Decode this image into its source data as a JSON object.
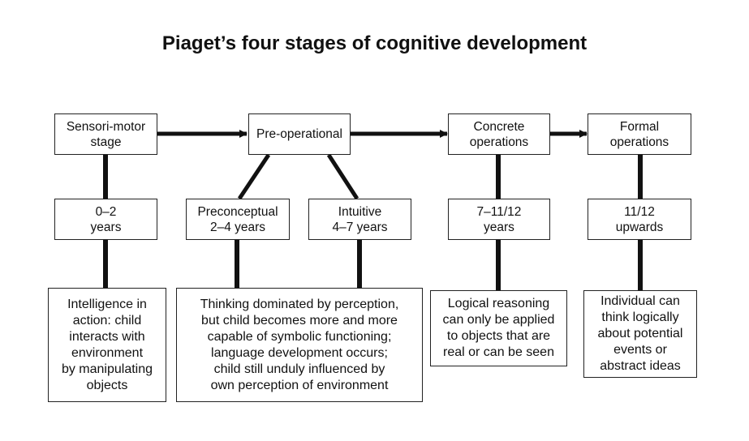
{
  "title": "Piaget’s four stages of cognitive development",
  "stages": [
    "Sensori-motor\nstage",
    "Pre-operational",
    "Concrete\noperations",
    "Formal\noperations"
  ],
  "ages": {
    "sensorimotor": "0–2\nyears",
    "preconceptual": "Preconceptual\n2–4 years",
    "intuitive": "Intuitive\n4–7 years",
    "concrete": "7–11/12\nyears",
    "formal": "11/12\nupwards"
  },
  "descriptions": {
    "sensorimotor": "Intelligence in\naction: child\ninteracts with\nenvironment\nby manipulating\nobjects",
    "preoperational": "Thinking dominated by perception,\nbut child becomes more and more\ncapable of symbolic functioning;\nlanguage development occurs;\nchild still unduly influenced by\nown perception of environment",
    "concrete": "Logical reasoning\ncan only be applied\nto objects that are\nreal or can be seen",
    "formal": "Individual can\nthink logically\nabout potential\nevents or\nabstract ideas"
  }
}
